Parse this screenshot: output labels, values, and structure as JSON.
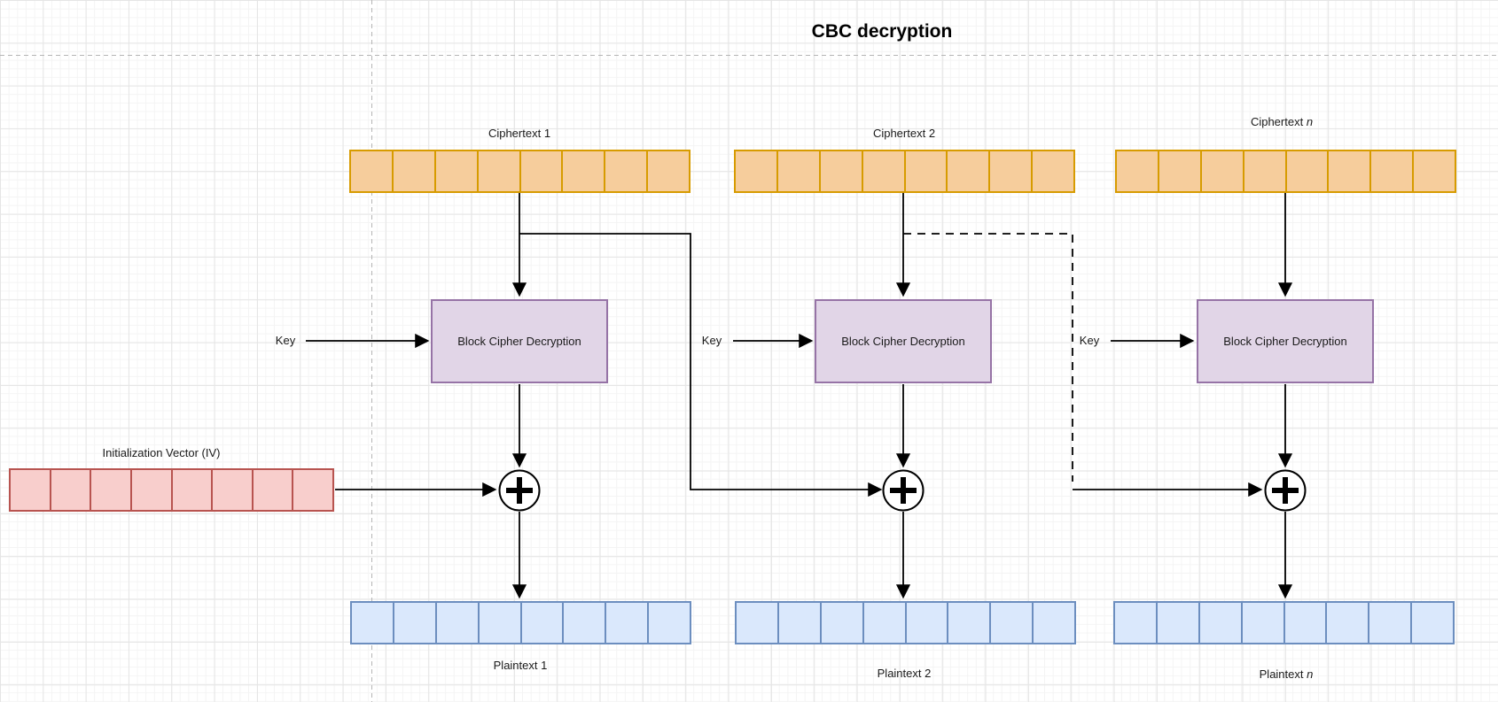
{
  "diagram": {
    "title": "CBC decryption",
    "iv_label": "Initialization Vector (IV)",
    "xor_symbol": "+",
    "cells_per_block": 8,
    "columns": [
      {
        "ciphertext": "Ciphertext",
        "index": "1",
        "index_italic": false,
        "key": "Key",
        "box": "Block Cipher Decryption",
        "plaintext": "Plaintext"
      },
      {
        "ciphertext": "Ciphertext",
        "index": "2",
        "index_italic": false,
        "key": "Key",
        "box": "Block Cipher Decryption",
        "plaintext": "Plaintext"
      },
      {
        "ciphertext": "Ciphertext",
        "index": "n",
        "index_italic": true,
        "key": "Key",
        "box": "Block Cipher Decryption",
        "plaintext": "Plaintext"
      }
    ]
  },
  "colors": {
    "orange_fill": "#f6cd9c",
    "orange_stroke": "#d79b00",
    "red_fill": "#f8cecc",
    "red_stroke": "#b85450",
    "purple_fill": "#e1d5e7",
    "purple_stroke": "#9673a6",
    "blue_fill": "#dae8fc",
    "blue_stroke": "#6c8ebf",
    "line": "#000000",
    "page_break": "#b5b5b5",
    "grid_minor": "#f4f4f4",
    "grid_major": "#e5e5e5",
    "text": "#1a1a1a"
  }
}
